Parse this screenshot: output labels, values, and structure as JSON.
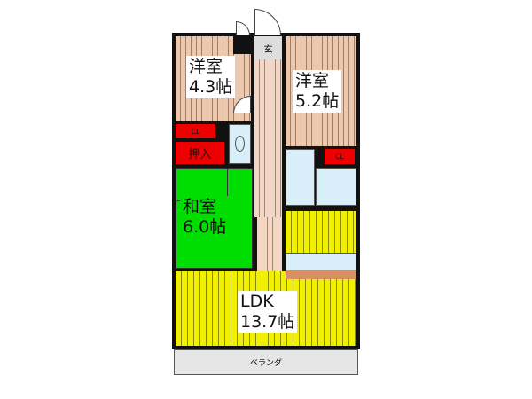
{
  "rooms": {
    "western1": {
      "name": "洋室",
      "size": "4.3帖"
    },
    "western2": {
      "name": "洋室",
      "size": "5.2帖"
    },
    "japanese": {
      "name": "和室",
      "size": "6.0帖"
    },
    "ldk": {
      "name": "LDK",
      "size": "13.7帖"
    },
    "entrance": "玄",
    "closet1": "CL",
    "closet2": "CL",
    "oshiire": "押入",
    "balcony": "ベランダ"
  },
  "colors": {
    "wood": "#ecc8ae",
    "tatami": "#00dd00",
    "ldk": "#f0f000",
    "closet": "#ee0000",
    "wet": "#d8eef8",
    "balcony": "#e6e6e6"
  }
}
